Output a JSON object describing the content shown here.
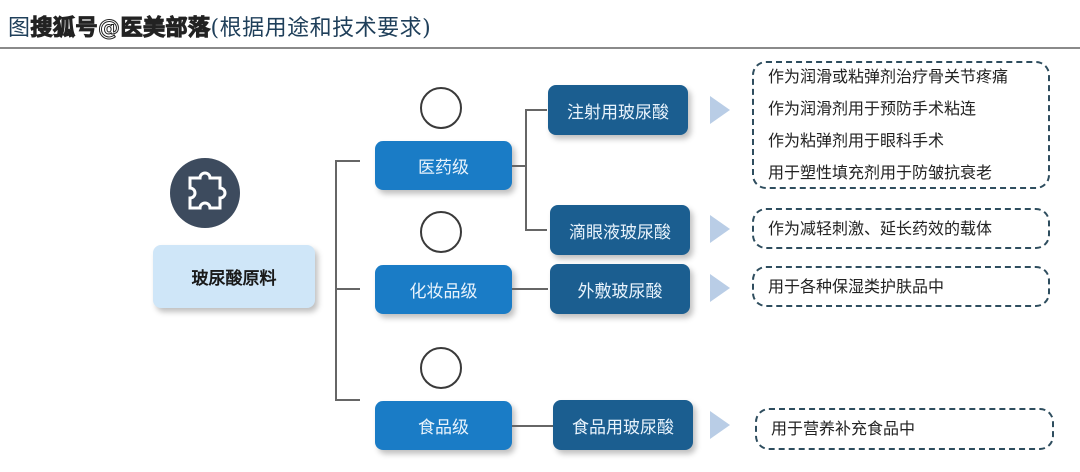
{
  "header": {
    "prefix": "图",
    "watermark": "搜狐号@医美部落",
    "suffix": "(根据用途和技术要求)"
  },
  "root": {
    "label": "玻尿酸原料",
    "icon": "puzzle-icon"
  },
  "grades": [
    {
      "label": "医药级",
      "icon": "medicine-icon"
    },
    {
      "label": "化妆品级",
      "icon": "cosmetics-icon"
    },
    {
      "label": "食品级",
      "icon": "person-stomach-icon"
    }
  ],
  "products": [
    {
      "label": "注射用玻尿酸",
      "uses": [
        "作为润滑或粘弹剂治疗骨关节疼痛",
        "作为润滑剂用于预防手术粘连",
        "作为粘弹剂用于眼科手术",
        "用于塑性填充剂用于防皱抗衰老"
      ]
    },
    {
      "label": "滴眼液玻尿酸",
      "uses": [
        "作为减轻刺激、延长药效的载体"
      ]
    },
    {
      "label": "外敷玻尿酸",
      "uses": [
        "用于各种保湿类护肤品中"
      ]
    },
    {
      "label": "食品用玻尿酸",
      "uses": [
        "用于营养补充食品中"
      ]
    }
  ],
  "colors": {
    "grade": "#1a7cc6",
    "product": "#1b5e90",
    "root": "#cfe6f8",
    "puzzle": "#3d4b5e"
  }
}
